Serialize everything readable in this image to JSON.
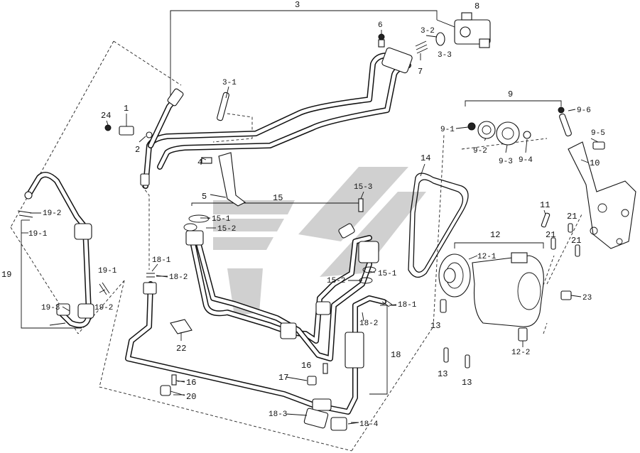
{
  "callouts": [
    {
      "id": "c3",
      "text": "3"
    },
    {
      "id": "c8",
      "text": "8"
    },
    {
      "id": "c6",
      "text": "6"
    },
    {
      "id": "c3-2",
      "text": "3-2"
    },
    {
      "id": "c3-3",
      "text": "3-3"
    },
    {
      "id": "c7",
      "text": "7"
    },
    {
      "id": "c3-1",
      "text": "3-1"
    },
    {
      "id": "c24",
      "text": "24"
    },
    {
      "id": "c1",
      "text": "1"
    },
    {
      "id": "c2",
      "text": "2"
    },
    {
      "id": "c4",
      "text": "4"
    },
    {
      "id": "c5",
      "text": "5"
    },
    {
      "id": "c15",
      "text": "15"
    },
    {
      "id": "c15-3",
      "text": "15-3"
    },
    {
      "id": "c15-1a",
      "text": "15-1"
    },
    {
      "id": "c15-2a",
      "text": "15-2"
    },
    {
      "id": "c15-1b",
      "text": "15-1"
    },
    {
      "id": "c15-2b",
      "text": "15-2"
    },
    {
      "id": "c9",
      "text": "9"
    },
    {
      "id": "c9-6",
      "text": "9-6"
    },
    {
      "id": "c9-1",
      "text": "9-1"
    },
    {
      "id": "c9-2",
      "text": "9-2"
    },
    {
      "id": "c9-3",
      "text": "9-3"
    },
    {
      "id": "c9-4",
      "text": "9-4"
    },
    {
      "id": "c9-5",
      "text": "9-5"
    },
    {
      "id": "c10",
      "text": "10"
    },
    {
      "id": "c14",
      "text": "14"
    },
    {
      "id": "c11",
      "text": "11"
    },
    {
      "id": "c21a",
      "text": "21"
    },
    {
      "id": "c21b",
      "text": "21"
    },
    {
      "id": "c21c",
      "text": "21"
    },
    {
      "id": "c12",
      "text": "12"
    },
    {
      "id": "c12-1",
      "text": "12-1"
    },
    {
      "id": "c12-2",
      "text": "12-2"
    },
    {
      "id": "c23",
      "text": "23"
    },
    {
      "id": "c13a",
      "text": "13"
    },
    {
      "id": "c13b",
      "text": "13"
    },
    {
      "id": "c13c",
      "text": "13"
    },
    {
      "id": "c19",
      "text": "19"
    },
    {
      "id": "c19-2a",
      "text": "19-2"
    },
    {
      "id": "c19-1a",
      "text": "19-1"
    },
    {
      "id": "c19-1b",
      "text": "19-1"
    },
    {
      "id": "c19-2b",
      "text": "19-2"
    },
    {
      "id": "c19-3",
      "text": "19-3"
    },
    {
      "id": "c18-1a",
      "text": "18-1"
    },
    {
      "id": "c18-2a",
      "text": "18-2"
    },
    {
      "id": "c18-1b",
      "text": "18-1"
    },
    {
      "id": "c18-2b",
      "text": "18-2"
    },
    {
      "id": "c18",
      "text": "18"
    },
    {
      "id": "c18-3",
      "text": "18-3"
    },
    {
      "id": "c18-4",
      "text": "18-4"
    },
    {
      "id": "c22",
      "text": "22"
    },
    {
      "id": "c16a",
      "text": "16"
    },
    {
      "id": "c16b",
      "text": "16"
    },
    {
      "id": "c17",
      "text": "17"
    },
    {
      "id": "c20",
      "text": "20"
    }
  ],
  "colors": {
    "line": "#111111",
    "watermark": "#c8c8c8",
    "background": "#ffffff"
  }
}
